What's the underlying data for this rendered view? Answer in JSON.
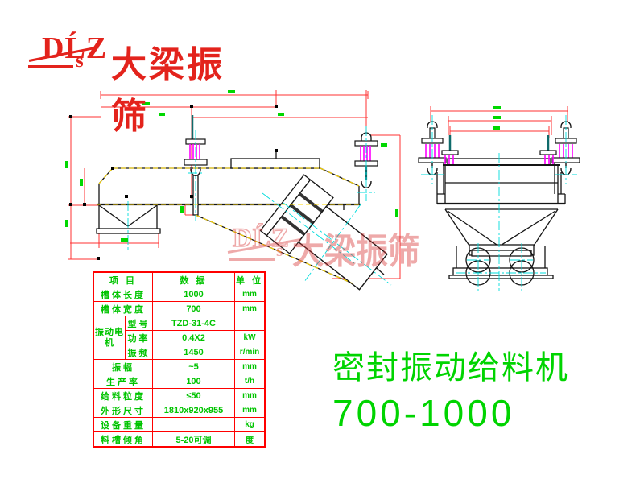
{
  "logo": {
    "dlz": "DĹZ",
    "s": "s",
    "brand": "大梁振筛"
  },
  "watermark": {
    "dlz": "DĹZ",
    "s": "s",
    "brand": "大梁振筛"
  },
  "title": {
    "line1": "密封振动给料机",
    "line2": "700-1000"
  },
  "spec_table": {
    "headers": [
      "项 目",
      "数 据",
      "单 位"
    ],
    "rows": [
      {
        "item": "槽体长度",
        "value": "1000",
        "unit": "mm"
      },
      {
        "item": "槽体宽度",
        "value": "700",
        "unit": "mm"
      },
      {
        "group": "振动电机",
        "sub": "型号",
        "value": "TZD-31-4C",
        "unit": ""
      },
      {
        "sub": "功率",
        "value": "0.4X2",
        "unit": "kW"
      },
      {
        "sub": "振频",
        "value": "1450",
        "unit": "r/min"
      },
      {
        "item": "振幅",
        "value": "~5",
        "unit": "mm"
      },
      {
        "item": "生产率",
        "value": "100",
        "unit": "t/h"
      },
      {
        "item": "给料粒度",
        "value": "≤50",
        "unit": "mm"
      },
      {
        "item": "外形尺寸",
        "value": "1810x920x955",
        "unit": "mm"
      },
      {
        "item": "设备重量",
        "value": "",
        "unit": "kg"
      },
      {
        "item": "料槽倾角",
        "value": "5-20可调",
        "unit": "度"
      }
    ]
  },
  "colors": {
    "brand_red": "#e3231c",
    "dimension_red": "#ff3030",
    "annotation_green": "#00d400",
    "centerline_cyan": "#00dcdc",
    "spring_magenta": "#ff00ff",
    "edge_yellow": "#ffd800",
    "line_black": "#151515"
  }
}
